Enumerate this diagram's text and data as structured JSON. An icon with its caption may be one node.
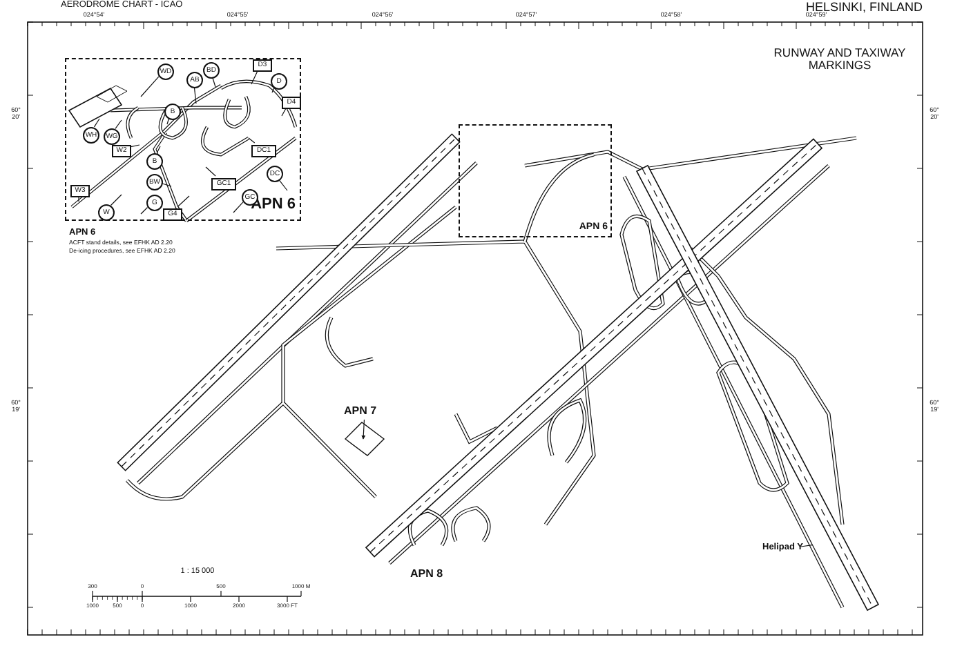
{
  "diagram": {
    "title": "RUNWAY AND TAXIWAY MARKINGS",
    "nodes": [
      {
        "text": [
          "APN 6"
        ]
      },
      {
        "text": [
          "D3"
        ],
        "in": 0
      },
      {
        "text": [
          "BD"
        ],
        "in": 0
      },
      {
        "text": [
          "WD"
        ],
        "in": 0
      },
      {
        "text": [
          "AB"
        ],
        "in": 0
      },
      {
        "text": [
          "D"
        ],
        "in": 0
      },
      {
        "text": [
          "D4"
        ],
        "in": 0
      },
      {
        "text": [
          "B"
        ],
        "in": 0
      },
      {
        "text": [
          "WH"
        ],
        "in": 0
      },
      {
        "text": [
          "WG"
        ],
        "in": 0
      },
      {
        "text": [
          "W2"
        ],
        "in": 0
      },
      {
        "text": [
          "DC1"
        ],
        "in": 0
      },
      {
        "text": [
          "B"
        ],
        "in": 0
      },
      {
        "text": [
          "DC"
        ],
        "in": 0
      },
      {
        "text": [
          "BW"
        ],
        "in": 0
      },
      {
        "text": [
          "GC1"
        ],
        "in": 0
      },
      {
        "text": [
          "W3"
        ],
        "in": 0
      },
      {
        "text": [
          "GC"
        ],
        "in": 0
      },
      {
        "text": [
          "G"
        ],
        "in": 0
      },
      {
        "text": [
          "W"
        ],
        "in": 0
      },
      {
        "text": [
          "G4"
        ],
        "in": 0
      },
      {
        "text": [
          "APN 6"
        ]
      },
      {
        "text": [
          "APN 7"
        ]
      },
      {
        "text": [
          "Helipad Y"
        ]
      }
    ],
    "edges": [
      {
        "from": 1,
        "to": null,
        "arrow": "none"
      },
      {
        "from": 2,
        "to": null,
        "arrow": "none"
      },
      {
        "from": 3,
        "to": null,
        "arrow": "none"
      },
      {
        "from": 4,
        "to": null,
        "arrow": "none"
      },
      {
        "from": 5,
        "to": null,
        "arrow": "none"
      },
      {
        "from": 6,
        "to": null,
        "arrow": "none"
      },
      {
        "from": 7,
        "to": null,
        "arrow": "none"
      },
      {
        "from": 8,
        "to": null,
        "arrow": "none"
      },
      {
        "from": 9,
        "to": null,
        "arrow": "none"
      },
      {
        "from": 10,
        "to": null,
        "arrow": "none"
      },
      {
        "from": 11,
        "to": null,
        "arrow": "none"
      },
      {
        "from": 12,
        "to": null,
        "arrow": "none"
      },
      {
        "from": 13,
        "to": null,
        "arrow": "none"
      },
      {
        "from": 14,
        "to": null,
        "arrow": "none"
      },
      {
        "from": 15,
        "to": null,
        "arrow": "none"
      },
      {
        "from": 16,
        "to": null,
        "arrow": "none"
      },
      {
        "from": 17,
        "to": null,
        "arrow": "none"
      },
      {
        "from": 18,
        "to": null,
        "arrow": "none"
      },
      {
        "from": 19,
        "to": null,
        "arrow": "none"
      },
      {
        "from": 20,
        "to": null,
        "arrow": "none"
      },
      {
        "from": 22,
        "to": null,
        "arrow": "to"
      },
      {
        "from": 23,
        "to": null,
        "arrow": "none"
      }
    ],
    "labels": [
      "AERODROME CHART - ICAO",
      "HELSINKI, FINLAND",
      "024°54'",
      "024°55'",
      "024°56'",
      "024°57'",
      "024°58'",
      "024°59'",
      "60° 20'",
      "60° 20'",
      "60° 19'",
      "60° 19'",
      "APN 6",
      "ACFT stand details, see EFHK AD 2.20",
      "De-icing procedures, see EFHK AD 2.20",
      "APN 8",
      "1 : 15 000",
      "300",
      "0",
      "500",
      "1000 M",
      "1000",
      "500",
      "0",
      "1000",
      "2000",
      "3000 FT"
    ]
  }
}
